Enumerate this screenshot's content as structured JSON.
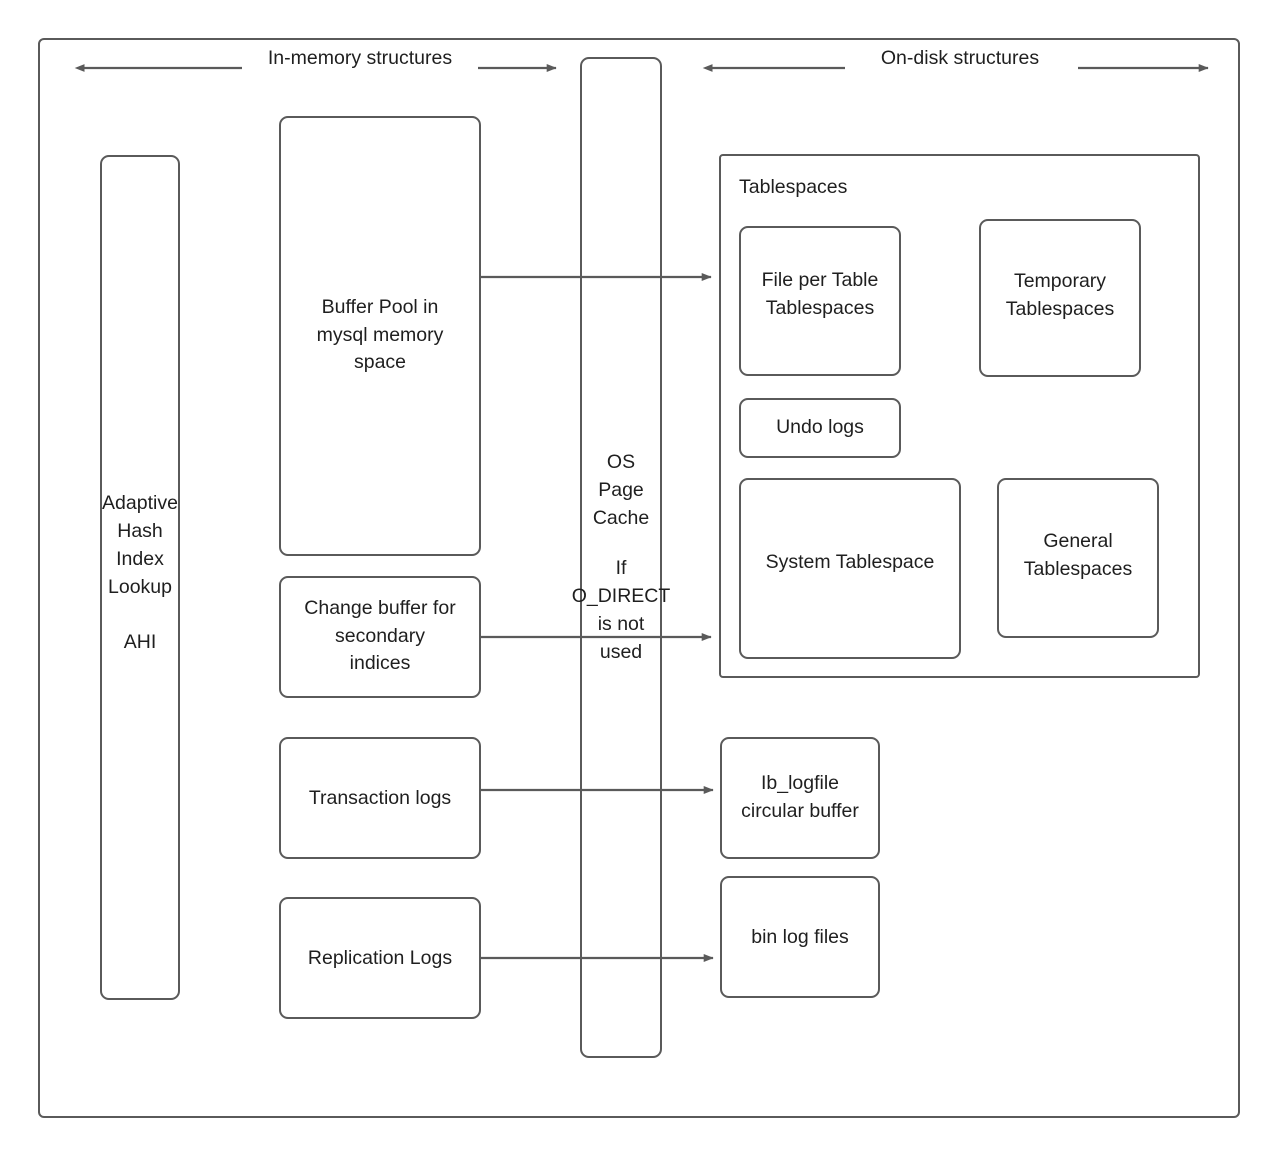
{
  "diagram": {
    "title": "MySQL InnoDB in-memory and on-disk structures",
    "stroke_color": "#5a5a5a",
    "text_color": "#1f1f1f",
    "background": "#ffffff"
  },
  "headers": {
    "left": "In-memory structures",
    "right": "On-disk structures"
  },
  "memory": {
    "ahi": "Adaptive\nHash\nIndex\nLookup\n\nAHI",
    "buffer_pool": "Buffer Pool in\nmysql memory\nspace",
    "change_buffer": "Change buffer for\nsecondary\nindices",
    "transaction_logs": "Transaction logs",
    "replication_logs": "Replication Logs"
  },
  "os_cache": {
    "title": "OS\nPage\nCache",
    "condition": "If\nO_DIRECT\nis not\nused"
  },
  "disk": {
    "tablespaces_group_label": "Tablespaces",
    "file_per_table": "File per Table\nTablespaces",
    "temporary": "Temporary\nTablespaces",
    "undo_logs": "Undo logs",
    "system_tablespace": "System Tablespace",
    "general": "General\nTablespaces",
    "ib_logfile": "Ib_logfile\ncircular buffer",
    "bin_log_files": "bin log files"
  },
  "arrows": [
    {
      "name": "buffer-pool-to-file-per-table",
      "from": "Buffer Pool in mysql memory space",
      "to": "File per Table Tablespaces"
    },
    {
      "name": "change-buffer-to-system-tablespace",
      "from": "Change buffer for secondary indices",
      "to": "System Tablespace"
    },
    {
      "name": "transaction-logs-to-ib-logfile",
      "from": "Transaction logs",
      "to": "Ib_logfile circular buffer"
    },
    {
      "name": "replication-logs-to-bin-log-files",
      "from": "Replication Logs",
      "to": "bin log files"
    },
    {
      "name": "in-memory-span-left",
      "from": "",
      "to": ""
    },
    {
      "name": "in-memory-span-right",
      "from": "",
      "to": ""
    },
    {
      "name": "on-disk-span-left",
      "from": "",
      "to": ""
    },
    {
      "name": "on-disk-span-right",
      "from": "",
      "to": ""
    }
  ]
}
